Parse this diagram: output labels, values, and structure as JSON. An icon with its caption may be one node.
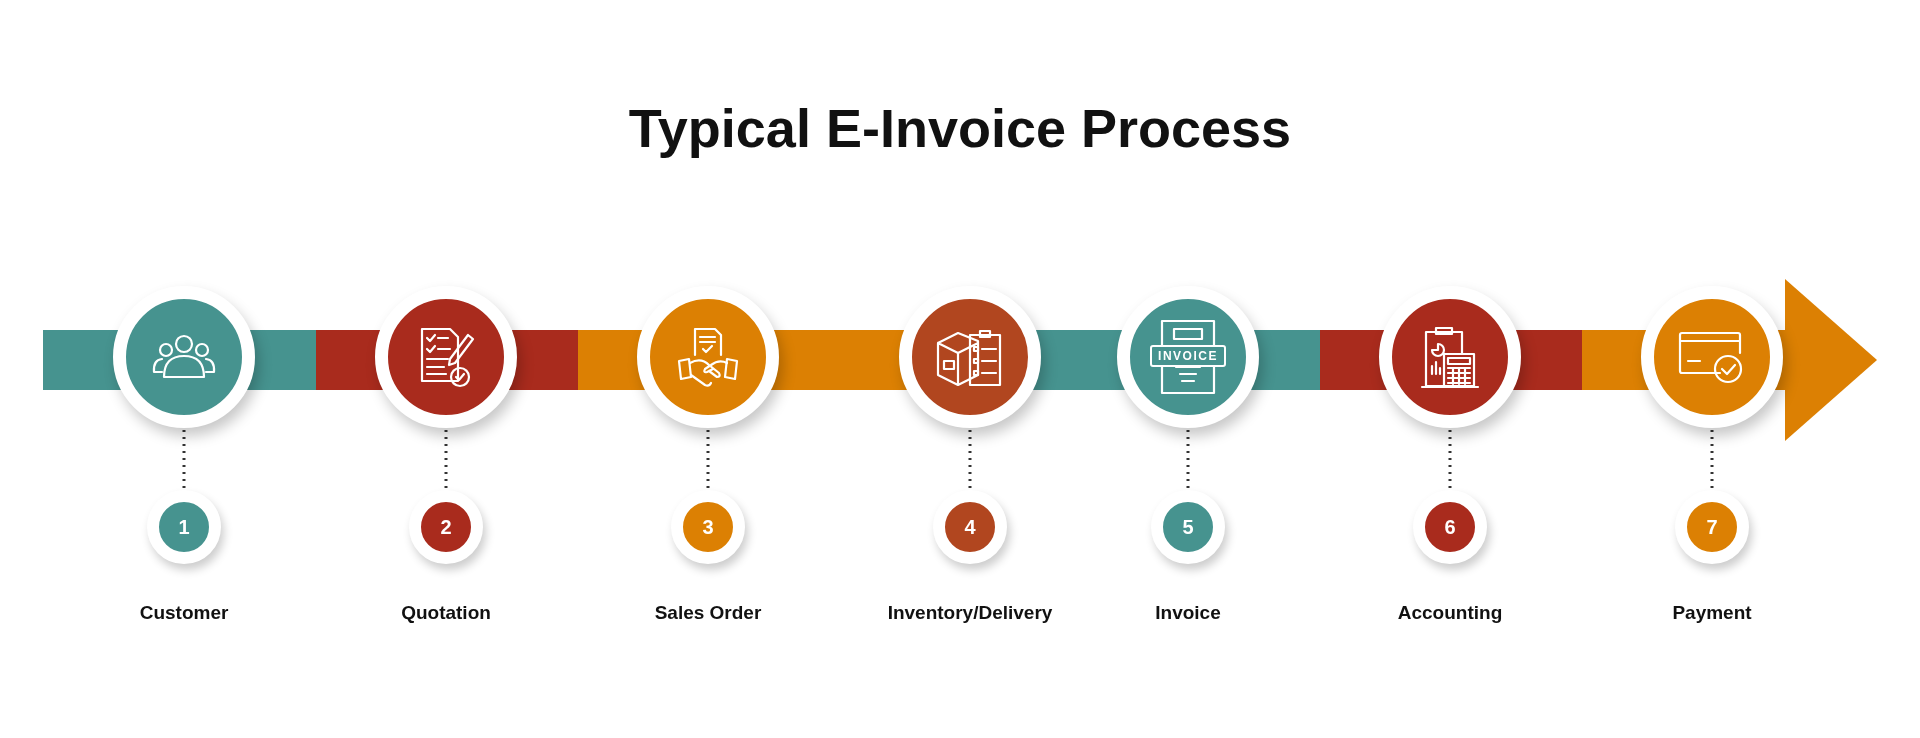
{
  "diagram": {
    "title": "Typical E-Invoice Process",
    "nodes": [
      {
        "text": [],
        "shape": "circle"
      },
      {
        "text": [
          "1"
        ],
        "beside": [
          "Customer"
        ]
      },
      {
        "text": [],
        "shape": "circle"
      },
      {
        "text": [
          "2"
        ],
        "beside": [
          "Quotation"
        ]
      },
      {
        "text": [],
        "shape": "circle"
      },
      {
        "text": [
          "3"
        ],
        "beside": [
          "Sales Order"
        ]
      },
      {
        "text": [],
        "shape": "circle"
      },
      {
        "text": [
          "4"
        ],
        "beside": [
          "Inventory/Delivery"
        ]
      },
      {
        "text": [
          "INVOICE"
        ]
      },
      {
        "text": [
          "5"
        ],
        "beside": [
          "Invoice"
        ]
      },
      {
        "text": [],
        "shape": "circle"
      },
      {
        "text": [
          "6"
        ],
        "beside": [
          "Accounting"
        ]
      },
      {
        "text": [],
        "shape": "circle"
      },
      {
        "text": [
          "7"
        ],
        "beside": [
          "Payment"
        ]
      }
    ],
    "edges": [
      {
        "from": 0,
        "to": 1,
        "arrow": "none",
        "style": "dashed"
      },
      {
        "from": 2,
        "to": 3,
        "arrow": "none",
        "style": "dashed"
      },
      {
        "from": 4,
        "to": 5,
        "arrow": "none",
        "style": "dashed"
      },
      {
        "from": 6,
        "to": 7,
        "arrow": "none",
        "style": "dashed"
      },
      {
        "from": 8,
        "to": 9,
        "arrow": "none",
        "style": "dashed"
      },
      {
        "from": 10,
        "to": 11,
        "arrow": "none",
        "style": "dashed"
      },
      {
        "from": 12,
        "to": 13,
        "arrow": "none",
        "style": "dashed"
      }
    ]
  }
}
